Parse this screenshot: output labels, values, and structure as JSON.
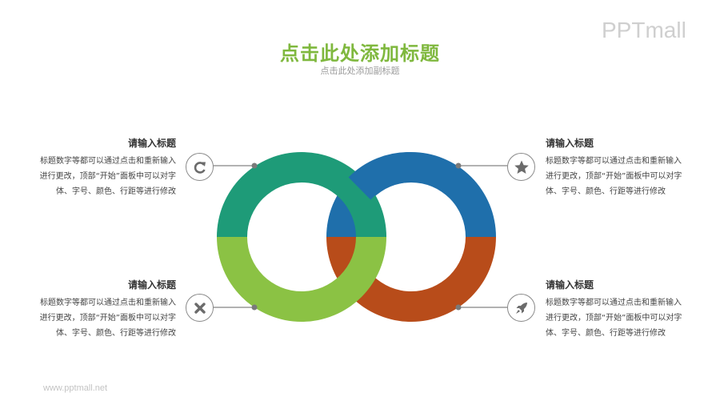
{
  "header": {
    "title": "点击此处添加标题",
    "subtitle": "点击此处添加副标题"
  },
  "logo": "PPTmall",
  "footer": "www.pptmall.net",
  "colors": {
    "title": "#7fb83e",
    "teal": "#1e9b78",
    "lime": "#8bc244",
    "blue": "#1f6fab",
    "rust": "#b84c1a",
    "connector": "#666666",
    "icon_gray": "#6b6b6b"
  },
  "items": [
    {
      "position": "top-left",
      "icon": "refresh-icon",
      "heading": "请输入标题",
      "lines": [
        "标题数字等都可以通过点击和重新输入",
        "进行更改，顶部“开始”面板中可以对字",
        "体、字号、颜色、行距等进行修改"
      ]
    },
    {
      "position": "bottom-left",
      "icon": "close-icon",
      "heading": "请输入标题",
      "lines": [
        "标题数字等都可以通过点击和重新输入",
        "进行更改，顶部“开始”面板中可以对字",
        "体、字号、颜色、行距等进行修改"
      ]
    },
    {
      "position": "top-right",
      "icon": "star-icon",
      "heading": "请输入标题",
      "lines": [
        "标题数字等都可以通过点击和重新输入",
        "进行更改，顶部“开始”面板中可以对字",
        "体、字号、颜色、行距等进行修改"
      ]
    },
    {
      "position": "bottom-right",
      "icon": "rocket-icon",
      "heading": "请输入标题",
      "lines": [
        "标题数字等都可以通过点击和重新输入",
        "进行更改，顶部“开始”面板中可以对字",
        "体、字号、颜色、行距等进行修改"
      ]
    }
  ]
}
